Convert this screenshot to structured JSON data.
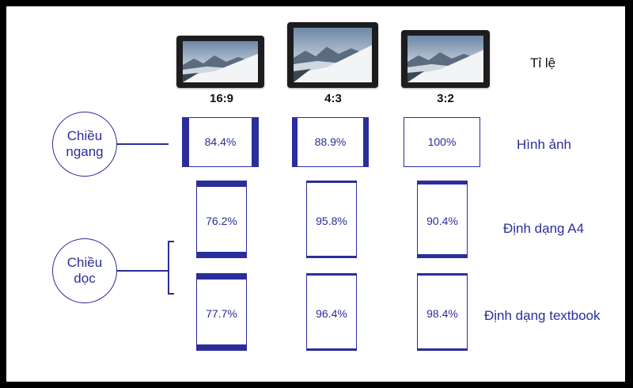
{
  "header": {
    "ratio_title": "Tỉ lệ"
  },
  "ratios": [
    "16:9",
    "4:3",
    "3:2"
  ],
  "orientations": {
    "landscape": {
      "line1": "Chiều",
      "line2": "ngang"
    },
    "portrait": {
      "line1": "Chiều",
      "line2": "dọc"
    }
  },
  "rows": {
    "image": {
      "label": "Hình ảnh",
      "values": [
        "84.4%",
        "88.9%",
        "100%"
      ]
    },
    "a4": {
      "label": "Định dạng A4",
      "values": [
        "76.2%",
        "95.8%",
        "90.4%"
      ]
    },
    "textbook": {
      "label": "Định dạng textbook",
      "values": [
        "77.7%",
        "96.4%",
        "98.4%"
      ]
    }
  },
  "colors": {
    "accent": "#2b2e9a",
    "tablet_bezel": "#1d1d1f",
    "background": "#ffffff",
    "page_border": "#000000"
  },
  "icons": [
    "tablet-icon",
    "mountain-wallpaper"
  ]
}
